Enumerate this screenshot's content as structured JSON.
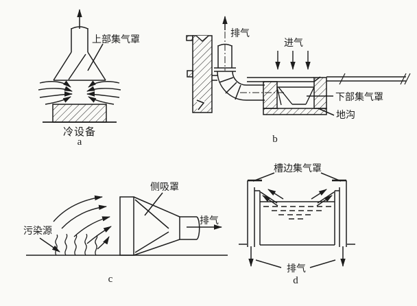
{
  "theme": {
    "background": "#fafaf7",
    "ink": "#1d1d1d"
  },
  "figures": {
    "a": {
      "caption": "a",
      "labels": {
        "hood": "上部集气罩",
        "equipment": "冷设备"
      }
    },
    "b": {
      "caption": "b",
      "labels": {
        "exhaust": "排气",
        "intake": "进气",
        "hood": "下部集气罩",
        "trench": "地沟"
      }
    },
    "c": {
      "caption": "c",
      "labels": {
        "hood": "侧吸罩",
        "source": "污染源",
        "exhaust": "排气"
      }
    },
    "d": {
      "caption": "d",
      "labels": {
        "hood": "槽边集气罩",
        "exhaust": "排气"
      }
    }
  }
}
